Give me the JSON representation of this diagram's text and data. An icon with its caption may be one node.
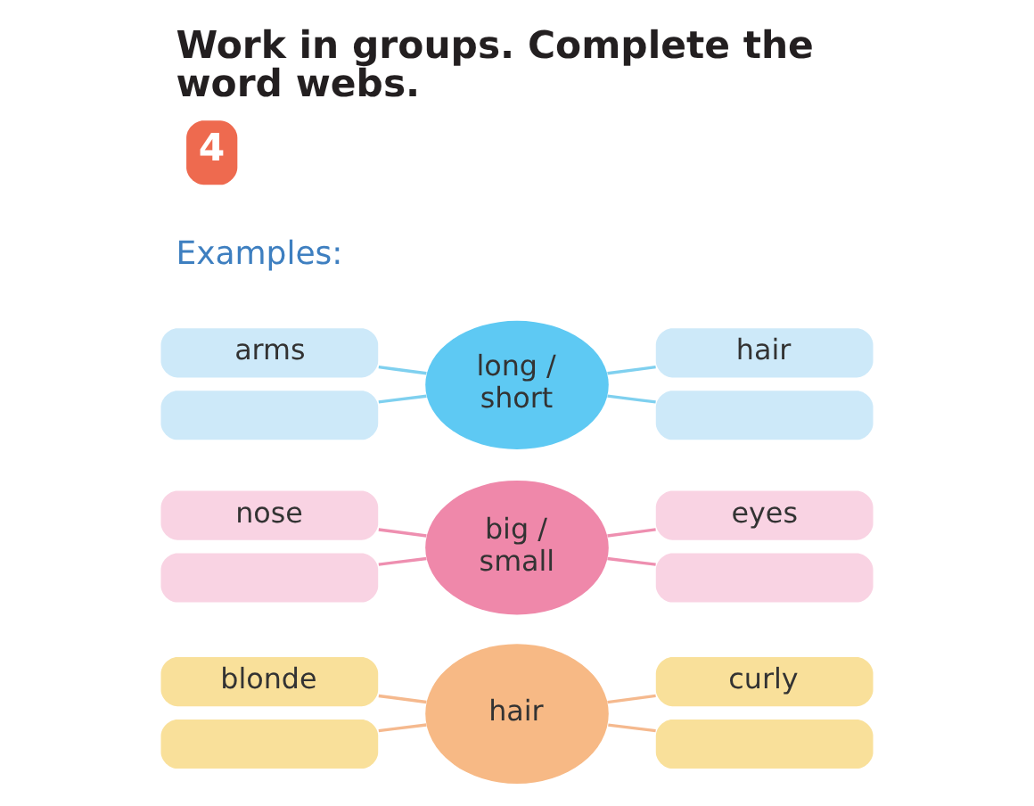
{
  "diagram": {
    "title": "Work in groups. Complete the word webs.",
    "nodes": [
      {
        "text": [
          "arms"
        ]
      },
      {
        "text": [
          "long / short"
        ]
      },
      {
        "text": [
          "hair"
        ]
      },
      {
        "text": [],
        "shape": "box"
      },
      {
        "text": [],
        "shape": "box"
      },
      {
        "text": [
          "nose"
        ]
      },
      {
        "text": [
          "big / small"
        ]
      },
      {
        "text": [
          "eyes"
        ]
      },
      {
        "text": [],
        "shape": "box"
      },
      {
        "text": [],
        "shape": "box"
      },
      {
        "text": [
          "blonde"
        ]
      },
      {
        "text": [
          "hair"
        ]
      },
      {
        "text": [
          "curly"
        ]
      },
      {
        "text": [],
        "shape": "box"
      },
      {
        "text": [],
        "shape": "box"
      }
    ],
    "edges": [
      {
        "from": 1,
        "to": 0,
        "arrow": "none",
        "color": "#7fd0ef"
      },
      {
        "from": 1,
        "to": 3,
        "arrow": "none",
        "color": "#7fd0ef"
      },
      {
        "from": 2,
        "to": 1,
        "arrow": "none",
        "color": "#7fd0ef"
      },
      {
        "from": 4,
        "to": 1,
        "arrow": "none",
        "color": "#7fd0ef"
      },
      {
        "from": 6,
        "to": 5,
        "arrow": "none",
        "color": "#ee8fb0"
      },
      {
        "from": 6,
        "to": 8,
        "arrow": "none",
        "color": "#ee8fb0"
      },
      {
        "from": 7,
        "to": 6,
        "arrow": "none",
        "color": "#ee8fb0"
      },
      {
        "from": 9,
        "to": 6,
        "arrow": "none",
        "color": "#ee8fb0"
      },
      {
        "from": 11,
        "to": 10,
        "arrow": "none",
        "color": "#f5b98e"
      },
      {
        "from": 11,
        "to": 13,
        "arrow": "none",
        "color": "#f5b98e"
      },
      {
        "from": 12,
        "to": 11,
        "arrow": "none",
        "color": "#f5b98e"
      },
      {
        "from": 14,
        "to": 11,
        "arrow": "none",
        "color": "#f5b98e"
      }
    ],
    "labels": [
      "4",
      "Examples:"
    ]
  }
}
